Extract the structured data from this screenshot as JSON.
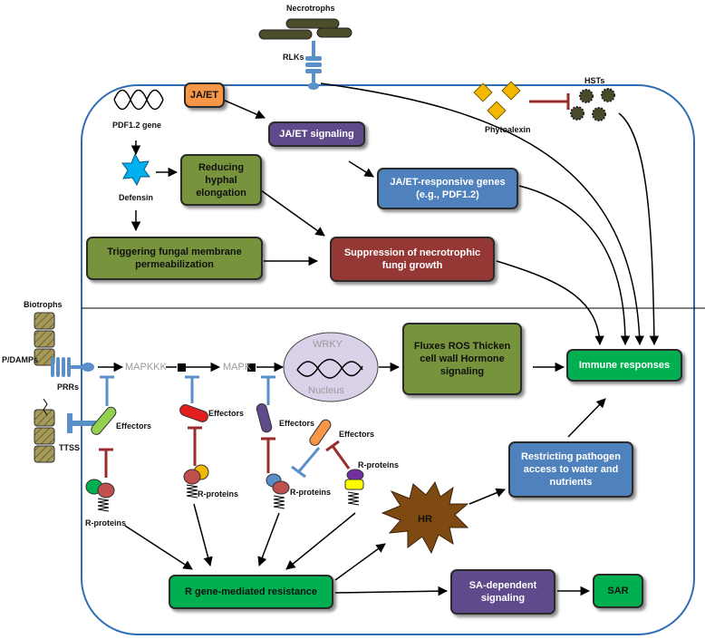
{
  "colors": {
    "cell_border": "#2e6db4",
    "arrow": "#000000",
    "inhibit_red": "#9b2c2c",
    "inhibit_blue": "#5b8fc7",
    "olive": "#77933c",
    "purple": "#5f4b8b",
    "blue_box": "#4f81bd",
    "red_box": "#953735",
    "green_box": "#00b050",
    "orange_box": "#f79646",
    "gold": "#f5b800",
    "defensin": "#00b0f0",
    "hr": "#7f4a12"
  },
  "labels": {
    "necrotrophs": "Necrotrophs",
    "rlks": "RLKs",
    "hsts": "HSTs",
    "phytoalexin": "Phytoalexin",
    "pdf_gene": "PDF1.2 gene",
    "defensin": "Defensin",
    "biotrophs": "Biotrophs",
    "damps": "P/DAMPs",
    "prrs": "PRRs",
    "ttss": "TTSS",
    "mapkkk": "MAPKKK",
    "mapk": "MAPK",
    "wrky": "WRKY",
    "nucleus": "Nucleus",
    "effectors": "Effectors",
    "r_proteins": "R-proteins",
    "hr": "HR"
  },
  "boxes": {
    "ja_et": "JA/ET",
    "ja_et_signaling": "JA/ET signaling",
    "ja_et_genes": "JA/ET-responsive genes (e.g., PDF1.2)",
    "reducing": "Reducing hyphal elongation",
    "triggering": "Triggering fungal membrane permeabilization",
    "suppression": "Suppression of necrotrophic fungi growth",
    "fluxes": "Fluxes ROS Thicken cell wall Hormone signaling",
    "immune": "Immune responses",
    "restricting": "Restricting pathogen access to water and nutrients",
    "rgene": "R gene-mediated resistance",
    "sa_signaling": "SA-dependent signaling",
    "sar": "SAR"
  }
}
